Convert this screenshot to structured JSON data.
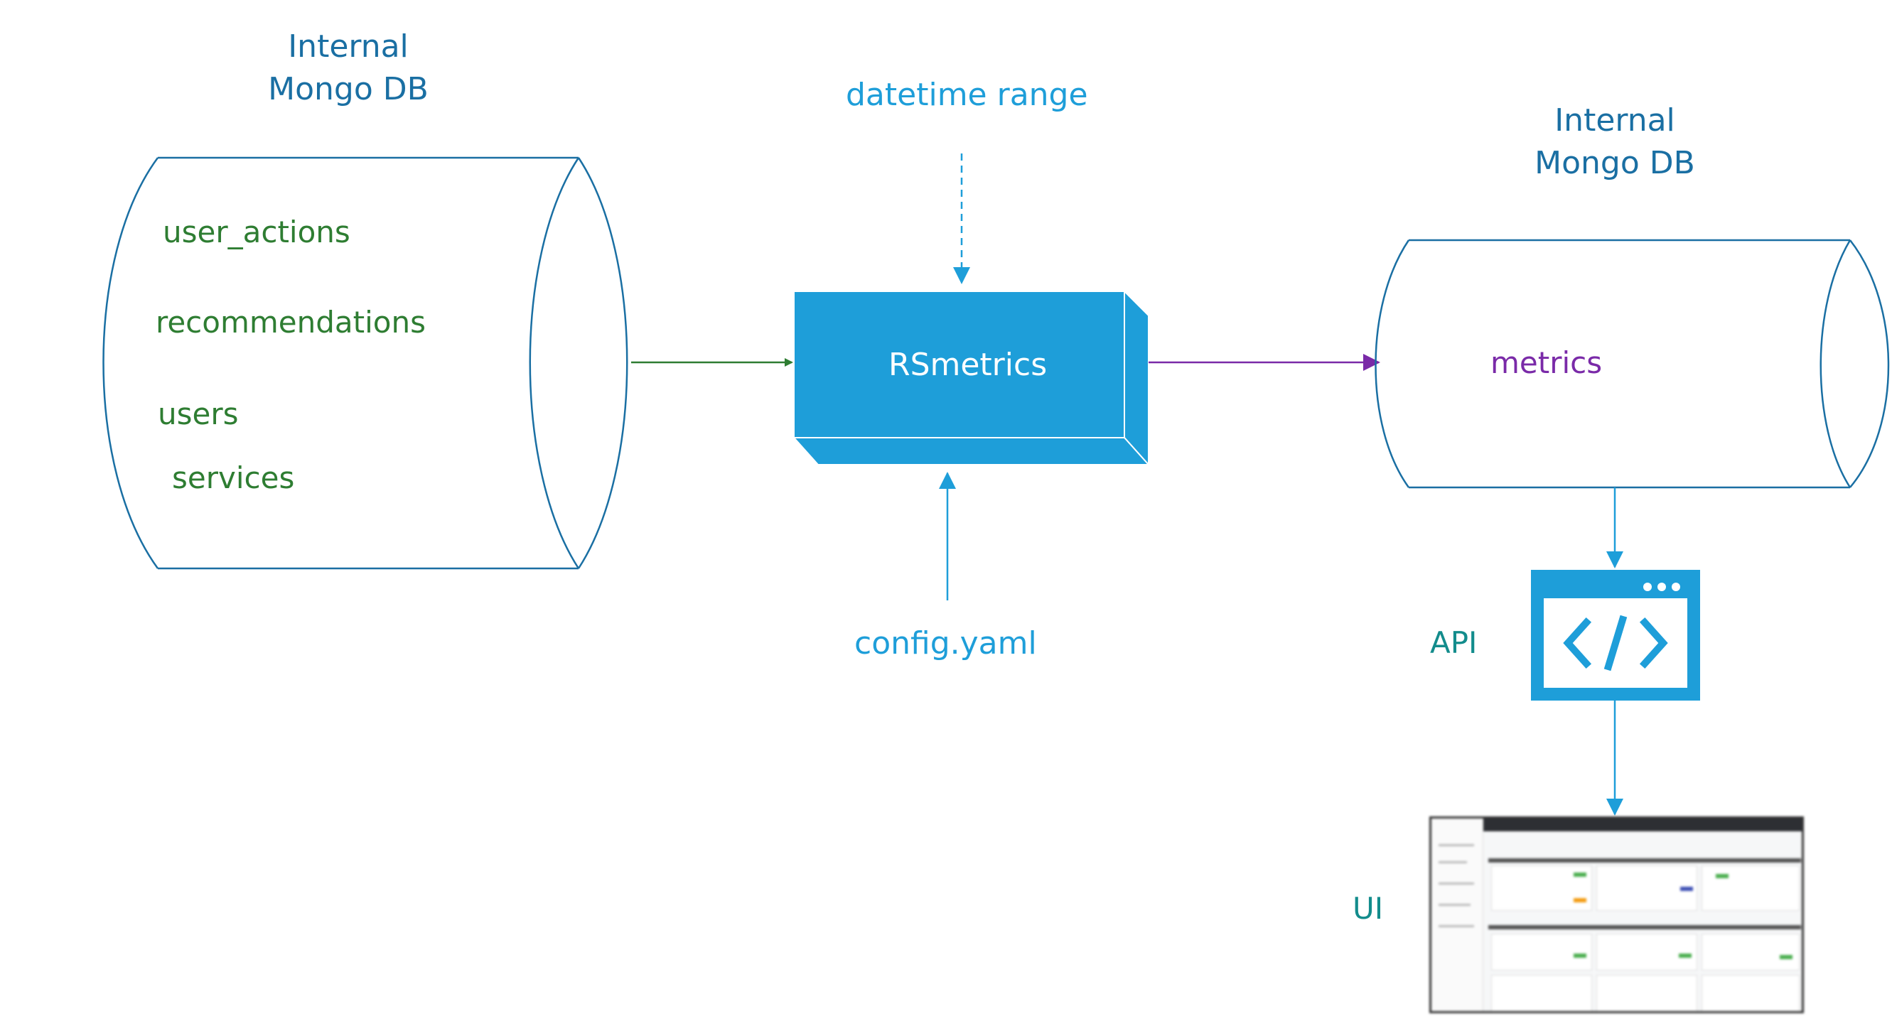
{
  "left_db": {
    "title_line1": "Internal",
    "title_line2": "Mongo DB",
    "collections": [
      "user_actions",
      "recommendations",
      "users",
      "services"
    ]
  },
  "process": {
    "label": "RSmetrics",
    "input_top": "datetime range",
    "input_bottom": "config.yaml"
  },
  "right_db": {
    "title_line1": "Internal",
    "title_line2": "Mongo DB",
    "collection": "metrics"
  },
  "api": {
    "label": "API",
    "icon": "code-window-icon"
  },
  "ui": {
    "label": "UI",
    "icon": "dashboard-screenshot"
  },
  "colors": {
    "title": "#1a6fa3",
    "collections": "#2e7d32",
    "process_fill": "#1e9ed9",
    "arrow_green": "#2e7d32",
    "arrow_purple": "#7a2aa8",
    "arrow_blue": "#1e9ed9",
    "metrics": "#7a2aa8",
    "teal": "#138c8c"
  }
}
